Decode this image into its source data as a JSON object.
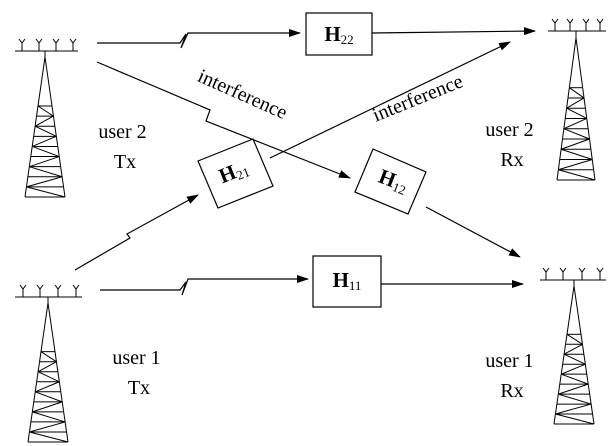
{
  "users": {
    "user1_tx": [
      "user 1",
      "Tx"
    ],
    "user1_rx": [
      "user 1",
      "Rx"
    ],
    "user2_tx": [
      "user 2",
      "Tx"
    ],
    "user2_rx": [
      "user 2",
      "Rx"
    ]
  },
  "channels": {
    "h11": {
      "symbol": "H",
      "sub": "11"
    },
    "h12": {
      "symbol": "H",
      "sub": "12"
    },
    "h21": {
      "symbol": "H",
      "sub": "21"
    },
    "h22": {
      "symbol": "H",
      "sub": "22"
    }
  },
  "labels": {
    "interference_left": "interference",
    "interference_right": "interference"
  }
}
